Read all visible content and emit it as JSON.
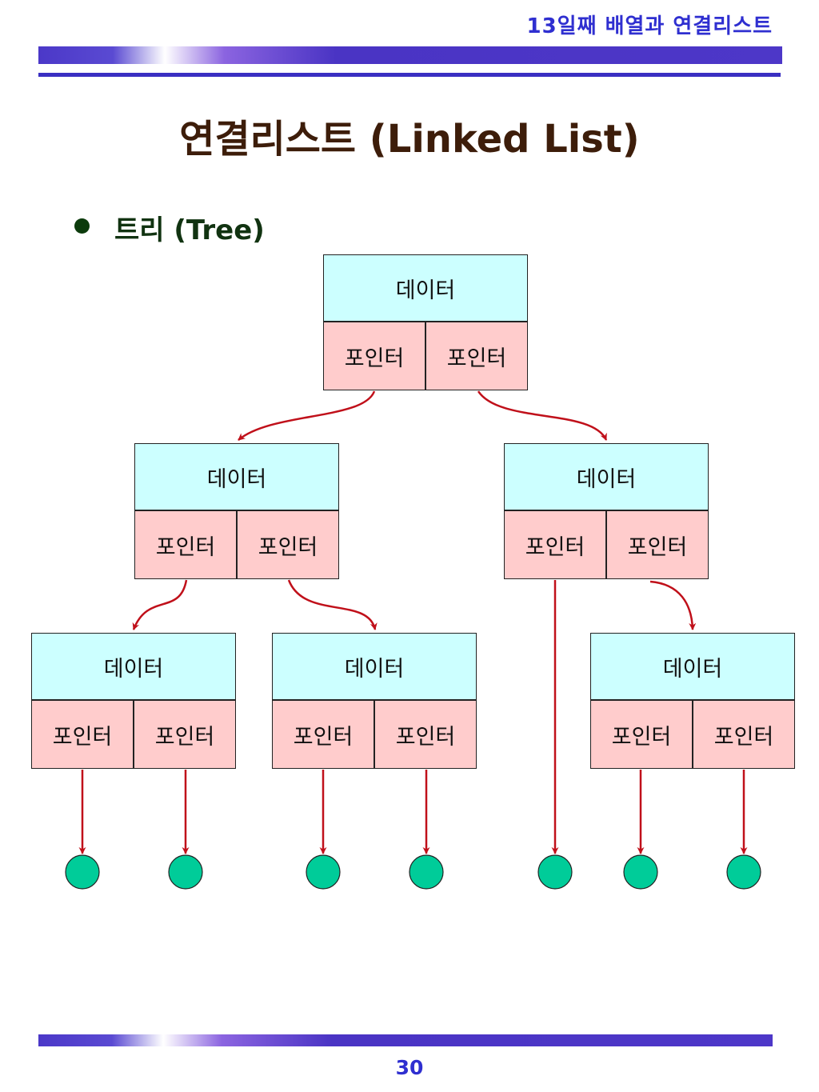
{
  "header": {
    "title": "13일째 배열과 연결리스트"
  },
  "slide": {
    "title": "연결리스트 (Linked List)"
  },
  "bullet": {
    "text": "트리 (Tree)"
  },
  "tree": {
    "nodes": [
      {
        "data": "데이터",
        "left_pointer": "포인터",
        "right_pointer": "포인터"
      },
      {
        "data": "데이터",
        "left_pointer": "포인터",
        "right_pointer": "포인터"
      },
      {
        "data": "데이터",
        "left_pointer": "포인터",
        "right_pointer": "포인터"
      },
      {
        "data": "데이터",
        "left_pointer": "포인터",
        "right_pointer": "포인터"
      },
      {
        "data": "데이터",
        "left_pointer": "포인터",
        "right_pointer": "포인터"
      },
      {
        "data": "데이터",
        "left_pointer": "포인터",
        "right_pointer": "포인터"
      }
    ],
    "edges": [
      {
        "from": "root.left",
        "to": "node-1"
      },
      {
        "from": "root.right",
        "to": "node-2"
      },
      {
        "from": "node-1.left",
        "to": "node-3"
      },
      {
        "from": "node-1.right",
        "to": "node-4"
      },
      {
        "from": "node-2.left",
        "to": "null-5"
      },
      {
        "from": "node-2.right",
        "to": "node-5"
      },
      {
        "from": "node-3.left",
        "to": "null-1"
      },
      {
        "from": "node-3.right",
        "to": "null-2"
      },
      {
        "from": "node-4.left",
        "to": "null-3"
      },
      {
        "from": "node-4.right",
        "to": "null-4"
      },
      {
        "from": "node-5.left",
        "to": "null-6"
      },
      {
        "from": "node-5.right",
        "to": "null-7"
      }
    ],
    "colors": {
      "data_cell": "#ccffff",
      "pointer_cell": "#ffcccc",
      "arrow": "#c0101a",
      "null_leaf": "#00cc99"
    }
  },
  "footer": {
    "page_number": "30"
  }
}
